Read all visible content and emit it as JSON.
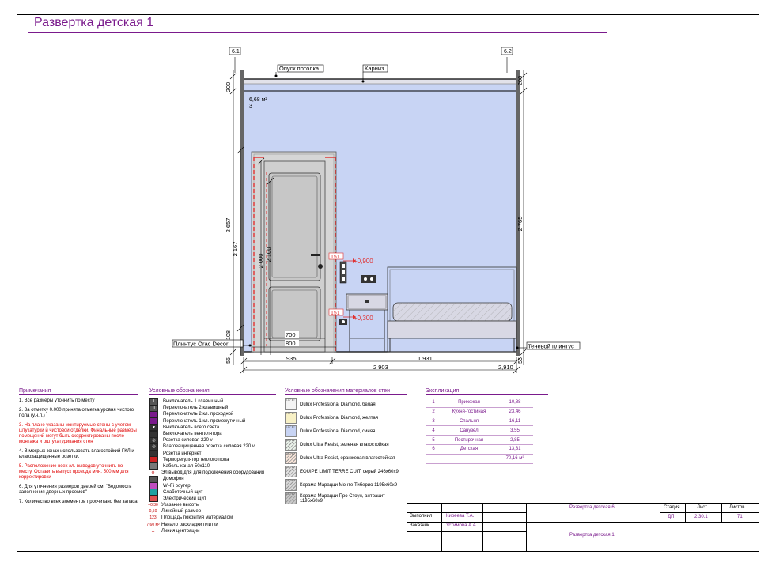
{
  "title": "Развертка детская 1",
  "drawing": {
    "marks": [
      "6.1",
      "6.2"
    ],
    "labels": {
      "ceiling_drop": "Опуск потолка",
      "cornice": "Карниз",
      "area": "6,68 м²",
      "area_num": "3",
      "plinth_left": "Плинтус Orac Decor",
      "plinth_right": "Теневой плинтус"
    },
    "dims": {
      "left_200": "200",
      "right_200": "200",
      "d2657": "2 657",
      "d2167": "2 167",
      "d2765": "2 765",
      "d2000": "2 000",
      "d2100": "2 100",
      "d108": "108",
      "d55l": "55",
      "d55r": "55",
      "d700": "700",
      "d800": "800",
      "d935": "935",
      "d1931": "1 931",
      "d2903": "2 903",
      "d2910": "2,910",
      "s151a": "151",
      "h0900": "+0,900",
      "s151b": "151",
      "h0300": "+0,300"
    }
  },
  "notes": {
    "title": "Примечания",
    "items": [
      {
        "text": "1. Все размеры уточнить по месту",
        "red": false
      },
      {
        "text": "2. За отметку 0.000 принята отметка уровня чистого пола  (у.ч.п.)",
        "red": false
      },
      {
        "text": "3. На плане указаны монтируемые стены с учетом штукатурки и чистовой отделки. Финальные размеры помещений могут быть скорректированы после монтажа и оштукатуривания стен",
        "red": true
      },
      {
        "text": "4. В мокрых зонах использовать влагостойкий ГКЛ и влагозащищенные розетки.",
        "red": false
      },
      {
        "text": "5. Расположение всех эл. выводов уточнить по месту. Оставить выпуск провода мин. 500 мм для корректировки",
        "red": true
      },
      {
        "text": "6. Для уточнения размеров дверей см. \"Ведомость заполнения дверных проемов\"",
        "red": false
      },
      {
        "text": "7. Количество всех элементов просчитано без запаса",
        "red": false
      }
    ]
  },
  "legend": {
    "title": "Условные обозначения",
    "items": [
      {
        "label": "Выключатель 1 клавишный",
        "sym": "I",
        "color": "#555555"
      },
      {
        "label": "Переключатель 2 клавишный",
        "sym": "II",
        "color": "#555555"
      },
      {
        "label": "Переключатель 2 кл. проходной",
        "sym": "",
        "color": "#7a1a8c"
      },
      {
        "label": "Переключатель 1 кл. промежуточный",
        "sym": "",
        "color": "#7a1a8c"
      },
      {
        "label": "Выключатель всего света",
        "sym": "▼",
        "color": "#333333"
      },
      {
        "label": "Выключатель вентилятора",
        "sym": "",
        "color": "#333333"
      },
      {
        "label": "Розетка силовая 220 v",
        "sym": "◎",
        "color": "#333333"
      },
      {
        "label": "Влагозащищенная розетка силовая 220 v",
        "sym": "◎",
        "color": "#333333"
      },
      {
        "label": "Розетка интернет",
        "sym": "",
        "color": "#333333"
      },
      {
        "label": "Терморегулятор теплого пола",
        "sym": "",
        "color": "#cc2222"
      },
      {
        "label": "Кабель-канал 50х110",
        "sym": "",
        "color": "#777777"
      },
      {
        "label": "Эл вывод для для подключения оборудования",
        "sym": "⊕",
        "color": "#ffffff"
      },
      {
        "label": "Домофон",
        "sym": "",
        "color": "#555555"
      },
      {
        "label": "Wi-Fi роутер",
        "sym": "",
        "color": "#c04fc0"
      },
      {
        "label": "Слаботочный щит",
        "sym": "",
        "color": "#20a0a0"
      },
      {
        "label": "Электрический щит",
        "sym": "",
        "color": "#e05050"
      },
      {
        "label": "Указание высоты",
        "sym": "+0,30",
        "color": "#ffffff"
      },
      {
        "label": "Линейный размер",
        "sym": "0,50",
        "color": "#ffffff"
      },
      {
        "label": "Площадь покрытия материалом",
        "sym": "123",
        "color": "#ffffff"
      },
      {
        "label": "Начало раскладки плитки",
        "sym": "7,60 м²",
        "color": "#ffffff"
      },
      {
        "label": "Линия центрации",
        "sym": "⟂",
        "color": "#ffffff"
      }
    ]
  },
  "materials": {
    "title": "Условные обозначения материалов стен",
    "tag": "0.07 м²",
    "items": [
      {
        "name": "Dulux Professional Diamond, белая",
        "color": "#f4f4f4",
        "pattern": false
      },
      {
        "name": "Dulux Professional Diamond, желтая",
        "color": "#f8f1c6",
        "pattern": false
      },
      {
        "name": "Dulux Professional Diamond, синяя",
        "color": "#c8d4f4",
        "pattern": false
      },
      {
        "name": "Dulux Ultra Resist, зеленая влагостойкая",
        "color": "#e8f0e8",
        "pattern": true
      },
      {
        "name": "Dulux Ultra Resist, оранжевая влагостойкая",
        "color": "#f8e4d8",
        "pattern": true
      },
      {
        "name": "EQUIPE LIMIT TERRE CUIT, серый 246х60х9",
        "color": "#e0e0e0",
        "pattern": true
      },
      {
        "name": "Керама Марацци Монте Тиберио 1195х60х9",
        "color": "#d8d8d8",
        "pattern": true
      },
      {
        "name": "Керама Марацци Про Стоун, антрацит 1195х60х9",
        "color": "#c8c8c8",
        "pattern": true
      }
    ]
  },
  "explication": {
    "title": "Экспликация",
    "rows": [
      {
        "n": "1",
        "name": "Прихожая",
        "area": "10,88"
      },
      {
        "n": "2",
        "name": "Кухня-гостиная",
        "area": "23,46"
      },
      {
        "n": "3",
        "name": "Спальня",
        "area": "16,11"
      },
      {
        "n": "4",
        "name": "Санузел",
        "area": "3,55"
      },
      {
        "n": "5",
        "name": "Постирочная",
        "area": "2,85"
      },
      {
        "n": "6",
        "name": "Детская",
        "area": "13,31"
      }
    ],
    "total": "70,16 м²"
  },
  "stamp": {
    "performed_label": "Выполнил",
    "performed_name": "Киреева Т.А.",
    "customer_label": "Заказчик",
    "customer_name": "Устимова А.А.",
    "project": "Развертка детская 6",
    "sheet_title": "Развертка детская 1",
    "stage_label": "Стадия",
    "stage": "ДП",
    "sheet_label": "Лист",
    "sheet": "2.30.1",
    "sheets_label": "Листов",
    "sheets": "71"
  }
}
